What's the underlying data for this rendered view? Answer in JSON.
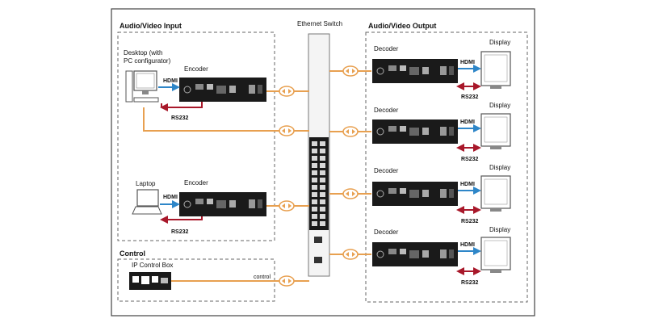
{
  "sections": {
    "input": "Audio/Video Input",
    "output": "Audio/Video Output",
    "control": "Control",
    "switch": "Ethernet Switch"
  },
  "sources": {
    "desktop_line1": "Desktop (with",
    "desktop_line2": "PC configurator)",
    "laptop": "Laptop",
    "ip_control_box": "IP Control Box"
  },
  "device_labels": {
    "encoder": "Encoder",
    "decoder": "Decoder",
    "display": "Display"
  },
  "connection_labels": {
    "hdmi": "HDMI",
    "rs232": "RS232",
    "control": "control"
  },
  "colors": {
    "ethernet": "#e8a050",
    "hdmi": "#2e86c8",
    "rs232": "#a8182a",
    "border": "#666666",
    "device": "#1a1a1a"
  }
}
